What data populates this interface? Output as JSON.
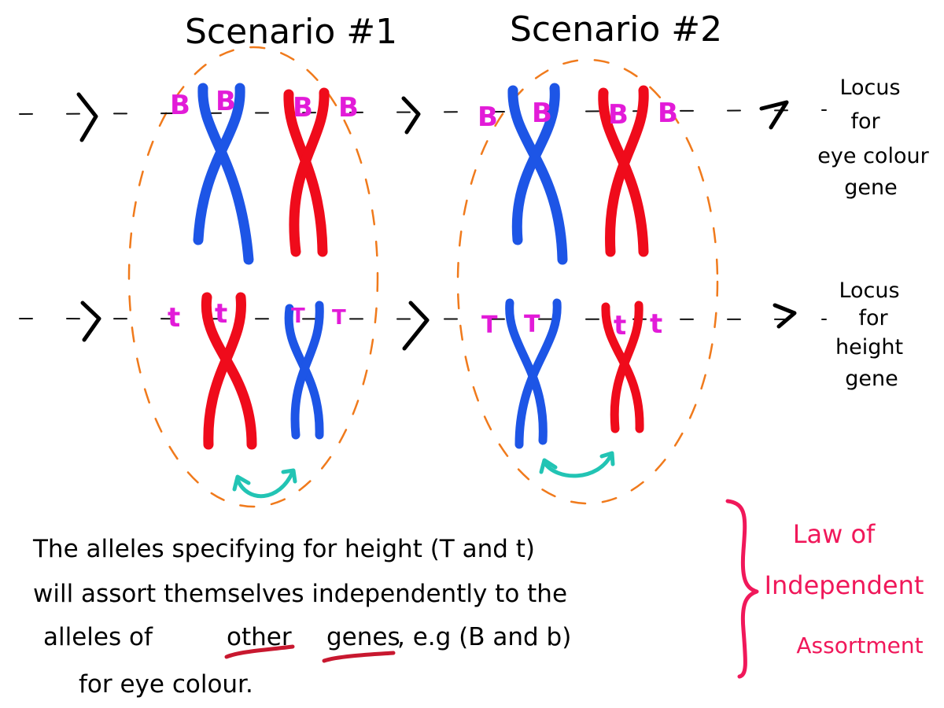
{
  "scenarios": [
    {
      "title": "Scenario #1",
      "top_pair": {
        "left_color": "blue",
        "right_color": "red",
        "left_alleles": [
          "B",
          "B"
        ],
        "right_alleles": [
          "B",
          "B"
        ]
      },
      "bottom_pair": {
        "left_color": "red",
        "right_color": "blue",
        "left_alleles": [
          "t",
          "t"
        ],
        "right_alleles": [
          "T",
          "T"
        ]
      }
    },
    {
      "title": "Scenario #2",
      "top_pair": {
        "left_color": "blue",
        "right_color": "red",
        "left_alleles": [
          "B",
          "B"
        ],
        "right_alleles": [
          "B",
          "B"
        ]
      },
      "bottom_pair": {
        "left_color": "blue",
        "right_color": "red",
        "left_alleles": [
          "T",
          "T"
        ],
        "right_alleles": [
          "t",
          "t"
        ]
      }
    }
  ],
  "locus_labels": {
    "top": [
      "Locus",
      "for",
      "eye colour",
      "gene"
    ],
    "bottom": [
      "Locus",
      "for",
      "height",
      "gene"
    ]
  },
  "explanation_lines": [
    "The  alleles  specifying  for  height  (T and t)",
    "will  assort  themselves  independently  to  the",
    "alleles  of",
    "for  eye  colour."
  ],
  "explanation_underlined": [
    "other",
    "genes"
  ],
  "explanation_line3_tail": ",  e.g  (B and b)",
  "law_label": [
    "Law of",
    "Independent",
    "Assortment"
  ],
  "colors": {
    "blue": "#1d55e6",
    "red": "#ef0b1b",
    "allele": "#e21bd8",
    "dashed_outline": "#f07a1c",
    "swap_arrow": "#22c4b4",
    "underline": "#c8182f",
    "law": "#f0185a"
  }
}
